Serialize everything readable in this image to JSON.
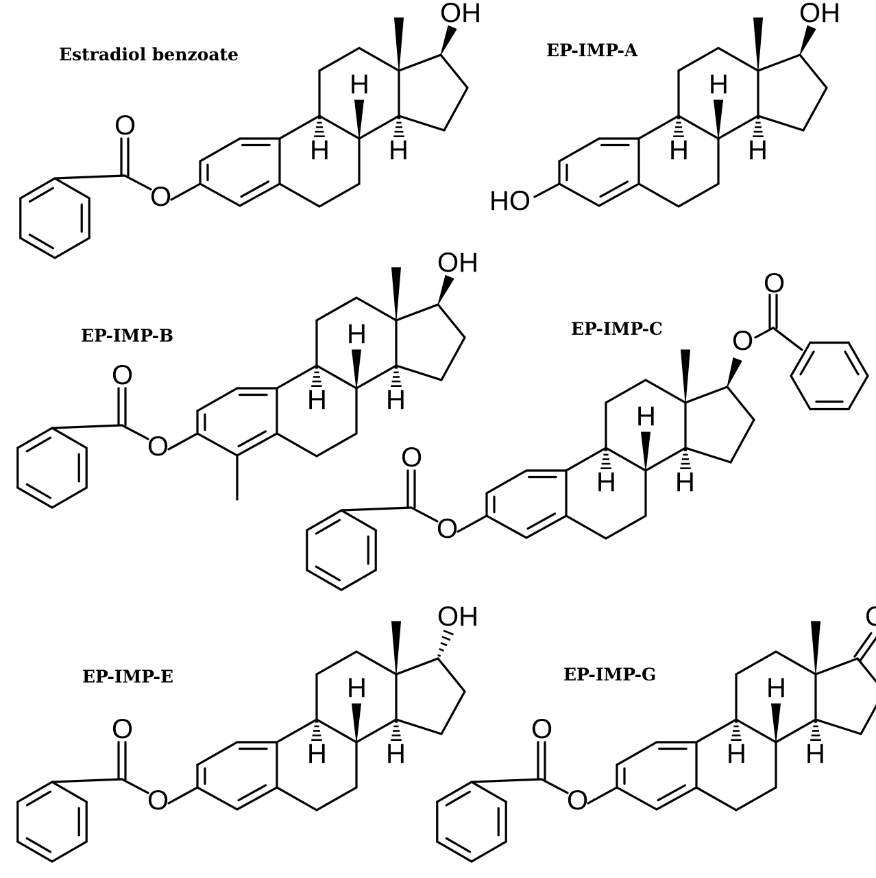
{
  "compounds": [
    {
      "name": "Estradiol benzoate",
      "ring3": "benzoate",
      "ring17": "beta_OH",
      "methyl4": false
    },
    {
      "name": "EP-IMP-A",
      "ring3": "OH",
      "ring17": "beta_OH",
      "methyl4": false
    },
    {
      "name": "EP-IMP-B",
      "ring3": "benzoate",
      "ring17": "beta_OH",
      "methyl4": true
    },
    {
      "name": "EP-IMP-C",
      "ring3": "benzoate",
      "ring17": "beta_benzoate",
      "methyl4": false
    },
    {
      "name": "EP-IMP-E",
      "ring3": "benzoate",
      "ring17": "alpha_OH",
      "methyl4": false
    },
    {
      "name": "EP-IMP-G",
      "ring3": "benzoate",
      "ring17": "ketone",
      "methyl4": false
    }
  ],
  "atoms": {
    "O": "O",
    "OH": "OH",
    "HO": "HO",
    "H": "H"
  },
  "colors": {
    "ink": "#000000",
    "background": "#ffffff"
  }
}
